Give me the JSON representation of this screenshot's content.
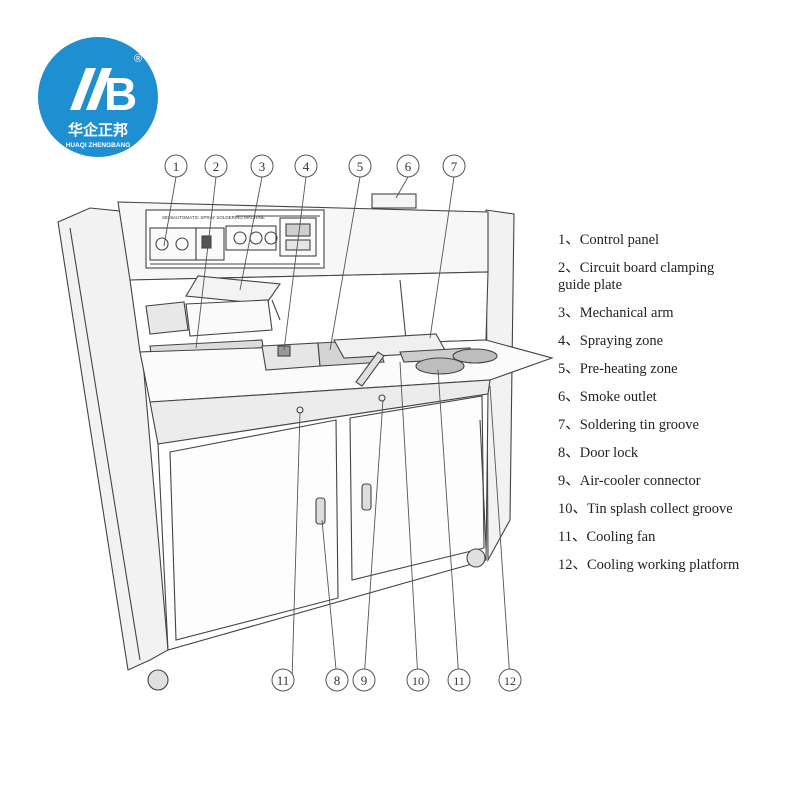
{
  "logo": {
    "mark": "B",
    "registered": "®",
    "cn_name": "华企正邦",
    "en_name": "HUAQI ZHENGBANG",
    "brand_color": "#1e8fd0"
  },
  "machine": {
    "panel_title": "SEMIAUTOMATIC SPRAY SOLDERING MACHINE"
  },
  "callouts": {
    "top": [
      "1",
      "2",
      "3",
      "4",
      "5",
      "6",
      "7"
    ],
    "bottom": [
      "11",
      "8",
      "9",
      "10",
      "11",
      "12"
    ]
  },
  "legend": [
    "1、Control panel",
    "2、Circuit board clamping\n   guide plate",
    "3、Mechanical arm",
    "4、Spraying zone",
    "5、Pre-heating zone",
    "6、Smoke outlet",
    "7、Soldering tin groove",
    "8、Door lock",
    "9、Air-cooler connector",
    "10、Tin splash collect groove",
    "11、Cooling fan",
    "12、Cooling working platform"
  ],
  "colors": {
    "line": "#444444",
    "shade": "#d9d9d9",
    "light": "#efefef"
  }
}
